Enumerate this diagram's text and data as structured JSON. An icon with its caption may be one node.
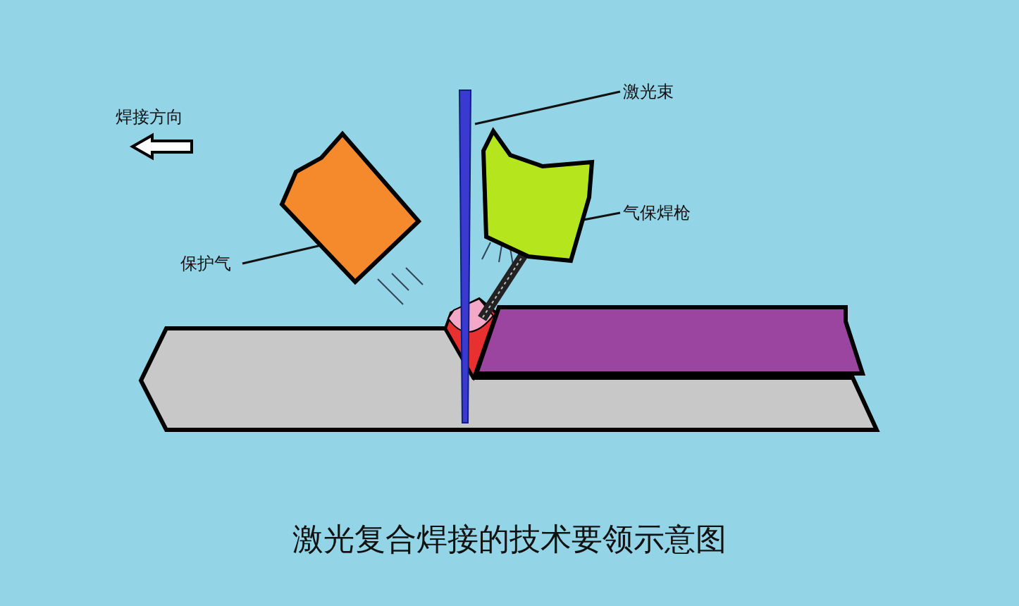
{
  "diagram": {
    "caption": "激光复合焊接的技术要领示意图",
    "nodes": [
      {
        "text": [
          "激光束"
        ]
      },
      {
        "text": [],
        "shape": "bar"
      },
      {
        "text": [
          "气保焊枪"
        ]
      },
      {
        "text": [],
        "shape": "picture"
      },
      {
        "text": [
          "保护气"
        ]
      },
      {
        "text": [],
        "shape": "box"
      }
    ],
    "edges": [
      {
        "from": 0,
        "to": 1,
        "arrow": "none"
      },
      {
        "from": 2,
        "to": 3,
        "arrow": "none"
      },
      {
        "from": 4,
        "to": 5,
        "arrow": "none"
      }
    ],
    "labels": [
      "焊接方向"
    ]
  }
}
